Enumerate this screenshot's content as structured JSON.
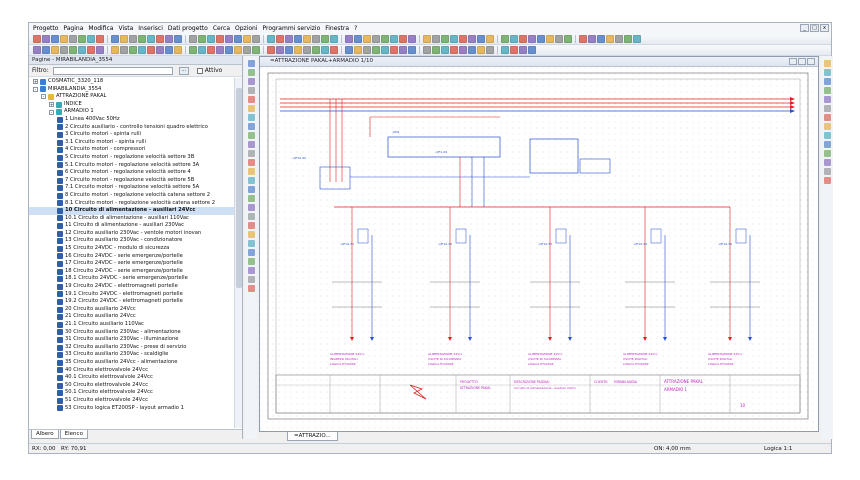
{
  "menu": [
    "Progetto",
    "Pagina",
    "Modifica",
    "Vista",
    "Inserisci",
    "Dati progetto",
    "Cerca",
    "Opzioni",
    "Programmi servizio",
    "Finestra",
    "?"
  ],
  "window_controls": [
    "_",
    "□",
    "x"
  ],
  "panel": {
    "title": "Pagine - MIRABILANDIA_3554",
    "filter_label": "Filtro:",
    "filter_value": "",
    "filter_button": "...",
    "active_label": "Attivo"
  },
  "tree": [
    {
      "level": 0,
      "exp": "+",
      "icon": "proj",
      "text": "COSMATIC_3320_118"
    },
    {
      "level": 0,
      "exp": "-",
      "icon": "proj",
      "text": "MIRABILANDIA_3554"
    },
    {
      "level": 1,
      "exp": "-",
      "icon": "folder",
      "text": "ATTRAZIONE PAKAL"
    },
    {
      "level": 2,
      "exp": "+",
      "icon": "cab",
      "text": "INDICE"
    },
    {
      "level": 2,
      "exp": "-",
      "icon": "cab",
      "text": "ARMADIO 1"
    },
    {
      "level": 3,
      "icon": "page",
      "text": "1 Linea 400Vac 50Hz"
    },
    {
      "level": 3,
      "icon": "page",
      "text": "2 Circuito ausiliario - controllo tensioni quadro elettrico"
    },
    {
      "level": 3,
      "icon": "page",
      "text": "3 Circuito motori - spinta rulli"
    },
    {
      "level": 3,
      "icon": "page",
      "text": "3.1 Circuito motori - spinta rulli"
    },
    {
      "level": 3,
      "icon": "page",
      "text": "4 Circuito motori - compressori"
    },
    {
      "level": 3,
      "icon": "page",
      "text": "5 Circuito motori - regolazione velocità settore 3B"
    },
    {
      "level": 3,
      "icon": "page",
      "text": "5.1 Circuito motori - regolazione velocità settore 3A"
    },
    {
      "level": 3,
      "icon": "page",
      "text": "6 Circuito motori - regolazione velocità settore 4"
    },
    {
      "level": 3,
      "icon": "page",
      "text": "7 Circuito motori - regolazione velocità settore 5B"
    },
    {
      "level": 3,
      "icon": "page",
      "text": "7.1 Circuito motori - regolazione velocità settore 5A"
    },
    {
      "level": 3,
      "icon": "page",
      "text": "8 Circuito motori - regolazione velocità catena settore 2"
    },
    {
      "level": 3,
      "icon": "page",
      "text": "8.1 Circuito motori - regolazione velocità catena settore 2"
    },
    {
      "level": 3,
      "icon": "page",
      "text": "10 Circuito di alimentazione - ausiliari 24Vcc",
      "selected": true
    },
    {
      "level": 3,
      "icon": "page",
      "text": "10.1 Circuito di alimentazione - ausiliari 110Vac"
    },
    {
      "level": 3,
      "icon": "page",
      "text": "11 Circuito di alimentazione - ausiliari 230Vac"
    },
    {
      "level": 3,
      "icon": "page",
      "text": "12 Circuito ausiliario 230Vac - ventole motori inovan"
    },
    {
      "level": 3,
      "icon": "page",
      "text": "13 Circuito ausiliario 230Vac - condizionatore"
    },
    {
      "level": 3,
      "icon": "page",
      "text": "15 Circuito 24VDC - modulo di sicurezza"
    },
    {
      "level": 3,
      "icon": "page",
      "text": "16 Circuito 24VDC - serie emergenze/portelle"
    },
    {
      "level": 3,
      "icon": "page",
      "text": "17 Circuito 24VDC - serie emergenze/portelle"
    },
    {
      "level": 3,
      "icon": "page",
      "text": "18 Circuito 24VDC - serie emergenze/portelle"
    },
    {
      "level": 3,
      "icon": "page",
      "text": "18.1 Circuito 24VDC - serie emergenze/portelle"
    },
    {
      "level": 3,
      "icon": "page",
      "text": "19 Circuito 24VDC - elettromagneti portelle"
    },
    {
      "level": 3,
      "icon": "page",
      "text": "19.1 Circuito 24VDC - elettromagneti portelle"
    },
    {
      "level": 3,
      "icon": "page",
      "text": "19.2 Circuito 24VDC - elettromagneti portelle"
    },
    {
      "level": 3,
      "icon": "page",
      "text": "20 Circuito ausiliario 24Vcc"
    },
    {
      "level": 3,
      "icon": "page",
      "text": "21 Circuito ausiliario 24Vcc"
    },
    {
      "level": 3,
      "icon": "page",
      "text": "21.1 Circuito ausiliario 110Vac"
    },
    {
      "level": 3,
      "icon": "page",
      "text": "30 Circuito ausiliario 230Vac - alimentazione"
    },
    {
      "level": 3,
      "icon": "page",
      "text": "31 Circuito ausiliario 230Vac - illuminazione"
    },
    {
      "level": 3,
      "icon": "page",
      "text": "32 Circuito ausiliario 230Vac - prese di servizio"
    },
    {
      "level": 3,
      "icon": "page",
      "text": "33 Circuito ausiliario 230Vac - scaldiglie"
    },
    {
      "level": 3,
      "icon": "page",
      "text": "35 Circuito ausiliario 24Vcc - alimentazione"
    },
    {
      "level": 3,
      "icon": "page",
      "text": "40 Circuito elettrovalvole 24Vcc"
    },
    {
      "level": 3,
      "icon": "page",
      "text": "40.1 Circuito elettrovalvole 24Vcc"
    },
    {
      "level": 3,
      "icon": "page",
      "text": "50 Circuito elettrovalvole 24Vcc"
    },
    {
      "level": 3,
      "icon": "page",
      "text": "50.1 Circuito elettrovalvole 24Vcc"
    },
    {
      "level": 3,
      "icon": "page",
      "text": "51 Circuito elettrovalvole 24Vcc"
    },
    {
      "level": 3,
      "icon": "page",
      "text": "53 Circuito logica ET200SP - layout armadio 1"
    }
  ],
  "panel_tabs": [
    "Albero",
    "Elenco"
  ],
  "document": {
    "title": "=ATTRAZIONE PAKAL+ARMADIO 1/10",
    "tab_label": "=ATTRAZIO..."
  },
  "statusbar": {
    "rx": "RX: 0,00",
    "ry": "RY: 70,91",
    "grid": "ON: 4,00 mm",
    "logic": "Logica 1:1"
  },
  "schematic": {
    "device_labels": [
      "-QF10-30",
      "-QF1-20",
      "-KM1",
      "-QF10-31",
      "-QF10-32",
      "-QF10-33",
      "-QF10-34"
    ],
    "output_labels": [
      [
        "ALIMENTAZIONE 24Vcc",
        "INGRESSI DIGITALI",
        "LOGICA ET200SP"
      ],
      [
        "ALIMENTAZIONE 24Vcc",
        "USCITE DI SICUREZZA",
        "LOGICA ET200SP"
      ],
      [
        "ALIMENTAZIONE 24Vcc",
        "USCITE DI SICUREZZA",
        "LOGICA ET200SP"
      ],
      [
        "ALIMENTAZIONE 24Vcc",
        "USCITE DIGITALI",
        "LOGICA ET200SP"
      ],
      [
        "ALIMENTAZIONE 24Vcc",
        "USCITE DIGITALI",
        "LOGICA ET200SP"
      ]
    ],
    "title_block": {
      "project_label": "PROGETTO:",
      "project_value": "ATTRAZIONE PAKAL",
      "description": "DESCRIZIONE PAGINA:",
      "description_value": "Circuito di alimentazione - ausiliari 24Vcc",
      "client_label": "CLIENTE:",
      "client_value": "MIRABILANDIA",
      "right_title": "ATTRAZIONE PAKAL",
      "right_sub": "ARMADIO 1",
      "sheet": "10"
    }
  }
}
